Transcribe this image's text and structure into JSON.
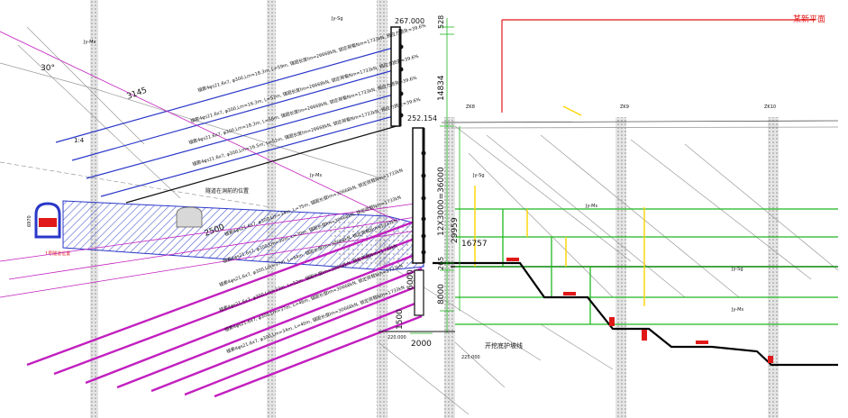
{
  "title_red": "某新平面",
  "elevations": {
    "top": "267.000",
    "mid": "252.154",
    "pile_bottom_1": "220.000",
    "pile_bottom_2": "225.000"
  },
  "dimensions": {
    "d528": "528",
    "d14834": "14834",
    "d12x3000": "12X3000=36000",
    "d29959": "29959",
    "d16757": "16757",
    "d265": "265",
    "d8000": "8000",
    "d6000": "6000",
    "d1500": "1500",
    "d2000": "2000",
    "d3145": "3145",
    "d2500": "2500",
    "d6970": "6970",
    "angle30": "30°",
    "slope_small": "1:4"
  },
  "anchor_labels_upper": [
    "锚索4φs21.6x7, φ300,Lm=18.3m, L=59m, 锚固长度lm=26668kN, 锁定荷载Nm=1733kN, 预应力损失=39.6%",
    "锚索4φs21.6x7, φ300,Lm=16.3m, L=52m, 锚固长度lm=26668kN, 锁定荷载Nm=1733kN, 预应力损失=39.6%",
    "锚索4φs21.6x7, φ300,Lm=18.3m, L=56m, 锚固长度lm=26668kN, 锁定荷载Nm=1733kN, 预应力损失=39.6%",
    "锚索4φs21.6x7, φ300,Lm=16.5m, L=51m, 锚固长度lm=26668kN, 锁定荷载Nm=1733kN, 预应力损失=39.6%"
  ],
  "anchor_labels_lower": [
    "锚索4φs21.6x7, φ300,Lm=34m, L=75m, 锚固长度lm=30668kN, 锁定荷载Nm=1733kN",
    "锚索4φs21.6x7, φ300,Lm=30m, L=70m, 锚固长度lm=30668kN, 锁定荷载Nm=1733kN",
    "锚索4φs21.6x7, φ300,Lm=37m, L=64m, 锚固长度lm=30668kN, 锁定荷载Nm=1733kN",
    "锚索4φs21.6x7, φ300,Lm=33m, L=52m, 锚固长度lm=30668kN, 锁定荷载Nm=1733kN",
    "锚索4φs21.6x7, φ300,Lm=37m, L=46m, 锚固长度lm=30668kN, 锁定荷载Nm=1733kN",
    "锚索4φs21.6x7, φ300,Lm=34m, L=40m, 锚固长度lm=30668kN, 锁定荷载Nm=1733kN"
  ],
  "tunnel_label": "隧道在洞前的位置",
  "tunnel_note": "1号隧道位置",
  "excavation_label": "开挖底护坡线",
  "rock_label": "Jy-Ms",
  "rock_label_sg": "Jy-Sg",
  "boreholes": [
    "ZK8",
    "ZK9",
    "ZK10"
  ],
  "colors": {
    "anchor_blue": "#2a37c8",
    "anchor_magenta": "#c21fbf",
    "green": "#1fb81f",
    "red": "#e01818",
    "yellow": "#ffd400",
    "hatch": "#4a5cd0"
  }
}
